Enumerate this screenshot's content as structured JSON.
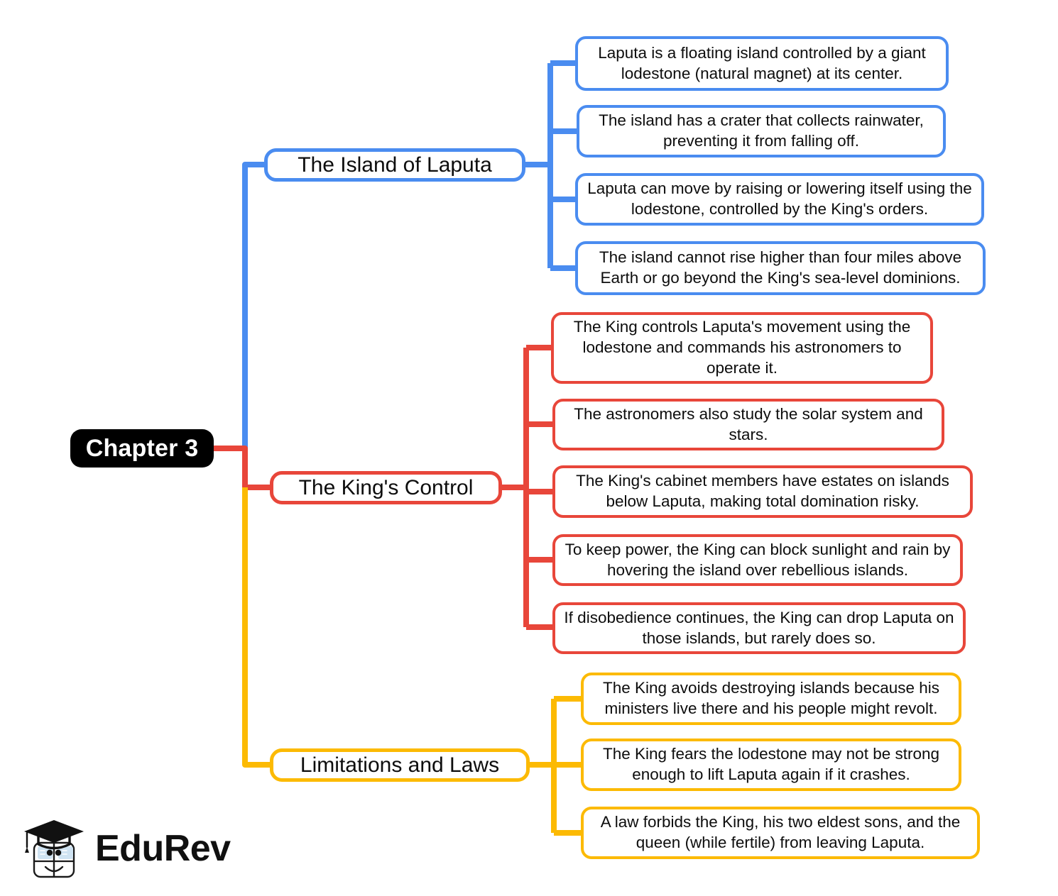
{
  "diagram": {
    "type": "mind-map",
    "title": "Chapter 3",
    "colors": {
      "root": "#000000",
      "branch_1": "#4a8cf0",
      "branch_2": "#e8463a",
      "branch_3": "#fcba03",
      "background": "#ffffff",
      "text": "#0d0d0d"
    },
    "root": {
      "label": "Chapter 3"
    },
    "branches": [
      {
        "label": "The Island of Laputa",
        "color": "#4a8cf0",
        "children": [
          {
            "text": "Laputa is a floating island controlled by a giant lodestone (natural magnet) at its center."
          },
          {
            "text": "The island has a crater that collects rainwater, preventing it from falling off."
          },
          {
            "text": "Laputa can move by raising or lowering itself using the lodestone, controlled by the King's orders."
          },
          {
            "text": "The island cannot rise higher than four miles above Earth or go beyond the King's sea-level dominions."
          }
        ]
      },
      {
        "label": "The King's Control",
        "color": "#e8463a",
        "children": [
          {
            "text": "The King controls Laputa's movement using the lodestone and commands his astronomers to operate it."
          },
          {
            "text": "The astronomers also study the solar system and stars."
          },
          {
            "text": "The King's cabinet members have estates on islands below Laputa, making total domination risky."
          },
          {
            "text": "To keep power, the King can block sunlight and rain by hovering the island over rebellious islands."
          },
          {
            "text": "If disobedience continues, the King can drop Laputa on those islands, but rarely does so."
          }
        ]
      },
      {
        "label": "Limitations and Laws",
        "color": "#fcba03",
        "children": [
          {
            "text": "The King avoids destroying islands because his ministers live there and his people might revolt."
          },
          {
            "text": "The King fears the lodestone may not be strong enough to lift Laputa again if it crashes."
          },
          {
            "text": "A law forbids the King, his two eldest sons, and the queen (while fertile) from leaving Laputa."
          }
        ]
      }
    ]
  },
  "logo": {
    "name": "EduRev",
    "wordmark": "EduRev"
  }
}
